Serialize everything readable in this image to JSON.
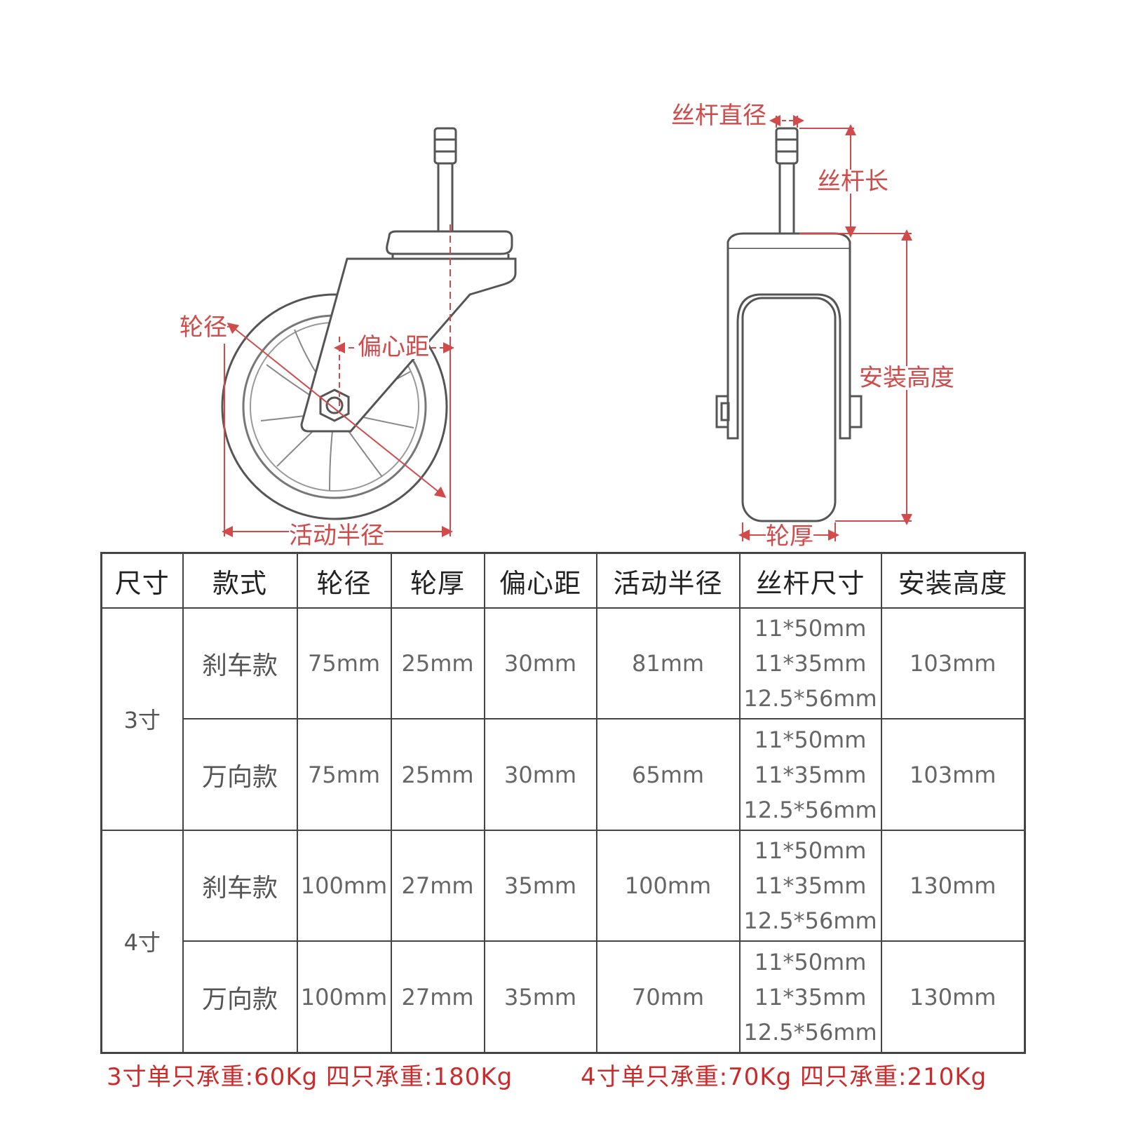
{
  "left_labels": {
    "wheel_diameter": "轮径",
    "offset": "偏心距",
    "swivel_radius": "活动半径"
  },
  "right_labels": {
    "screw_diameter": "丝杆直径",
    "screw_length": "丝杆长",
    "mount_height": "安装高度",
    "wheel_thickness": "轮厚"
  },
  "table": {
    "headers": [
      "尺寸",
      "款式",
      "轮径",
      "轮厚",
      "偏心距",
      "活动半径",
      "丝杆尺寸",
      "安装高度"
    ],
    "groups": [
      {
        "size": "3寸",
        "rows": [
          {
            "style": "刹车款",
            "wheel_diameter": "75mm",
            "wheel_thickness": "25mm",
            "offset": "30mm",
            "swivel_radius": "81mm",
            "screw": [
              "11*50mm",
              "11*35mm",
              "12.5*56mm"
            ],
            "mount_height": "103mm"
          },
          {
            "style": "万向款",
            "wheel_diameter": "75mm",
            "wheel_thickness": "25mm",
            "offset": "30mm",
            "swivel_radius": "65mm",
            "screw": [
              "11*50mm",
              "11*35mm",
              "12.5*56mm"
            ],
            "mount_height": "103mm"
          }
        ]
      },
      {
        "size": "4寸",
        "rows": [
          {
            "style": "刹车款",
            "wheel_diameter": "100mm",
            "wheel_thickness": "27mm",
            "offset": "35mm",
            "swivel_radius": "100mm",
            "screw": [
              "11*50mm",
              "11*35mm",
              "12.5*56mm"
            ],
            "mount_height": "130mm"
          },
          {
            "style": "万向款",
            "wheel_diameter": "100mm",
            "wheel_thickness": "27mm",
            "offset": "35mm",
            "swivel_radius": "70mm",
            "screw": [
              "11*50mm",
              "11*35mm",
              "12.5*56mm"
            ],
            "mount_height": "130mm"
          }
        ]
      }
    ]
  },
  "footer": {
    "load_3in": "3寸单只承重:60Kg  四只承重:180Kg",
    "load_4in": "4寸单只承重:70Kg  四只承重:210Kg"
  },
  "colors": {
    "dimension": "#d24a4a",
    "outline": "#444444",
    "footer": "#cc2b2b"
  }
}
